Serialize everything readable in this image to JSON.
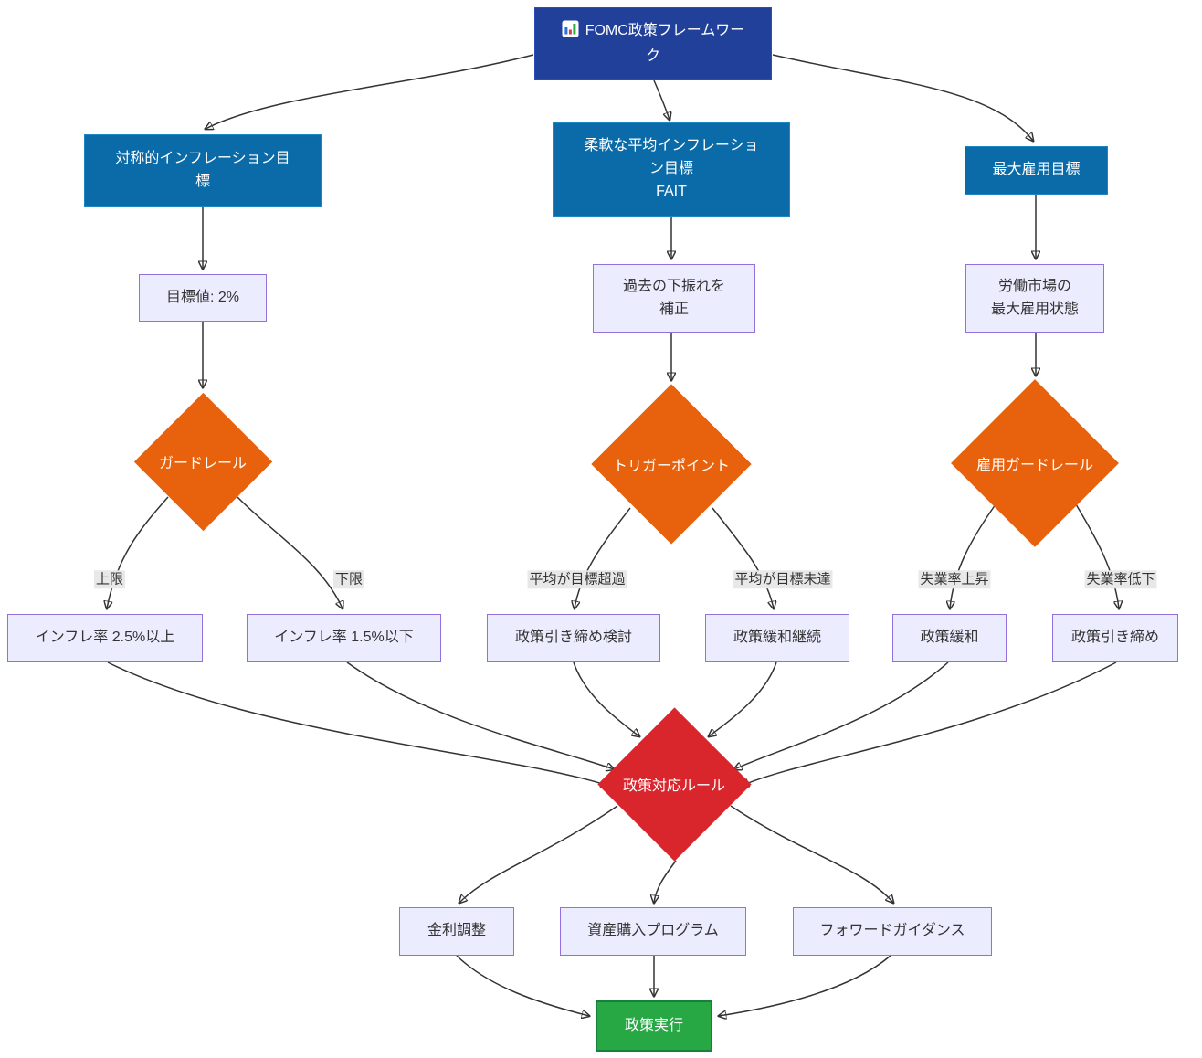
{
  "diagram_title": "FOMC政策フレームワーク",
  "colors": {
    "root_fill": "#21409a",
    "branch_fill": "#0b6ba8",
    "note_fill": "#ececff",
    "note_border": "#9370db",
    "decision_fill": "#e8610c",
    "rule_fill": "#d9262c",
    "exec_fill": "#27a844",
    "exec_border": "#17803a",
    "edge_stroke": "#333333",
    "edge_label_bg": "#e8e8e8"
  },
  "nodes": {
    "root": {
      "lines": [
        "FOMC政策フレームワー",
        "ク"
      ],
      "icon": "bar-chart"
    },
    "symmetric": {
      "lines": [
        "対称的インフレーション目",
        "標"
      ]
    },
    "fait": {
      "lines": [
        "柔軟な平均インフレーショ",
        "ン目標",
        "FAIT"
      ]
    },
    "max_employment": {
      "label": "最大雇用目標"
    },
    "target_value": {
      "label": "目標値: 2%"
    },
    "makeup": {
      "lines": [
        "過去の下振れを",
        "補正"
      ]
    },
    "labor_state": {
      "lines": [
        "労働市場の",
        "最大雇用状態"
      ]
    },
    "guardrail": {
      "label": "ガードレール"
    },
    "trigger_point": {
      "label": "トリガーポイント"
    },
    "employment_guardrail": {
      "label": "雇用ガードレール"
    },
    "inflation_upper": {
      "label": "インフレ率 2.5%以上"
    },
    "inflation_lower": {
      "label": "インフレ率 1.5%以下"
    },
    "tightening_consider": {
      "label": "政策引き締め検討"
    },
    "easing_continue": {
      "label": "政策緩和継続"
    },
    "easing": {
      "label": "政策緩和"
    },
    "tightening": {
      "label": "政策引き締め"
    },
    "policy_rule": {
      "label": "政策対応ルール"
    },
    "rate_adjustment": {
      "label": "金利調整"
    },
    "asset_purchase": {
      "label": "資産購入プログラム"
    },
    "forward_guidance": {
      "label": "フォワードガイダンス"
    },
    "execute": {
      "label": "政策実行"
    }
  },
  "edge_labels": {
    "upper_bound": "上限",
    "lower_bound": "下限",
    "avg_over_target": "平均が目標超過",
    "avg_under_target": "平均が目標未達",
    "unemployment_up": "失業率上昇",
    "unemployment_down": "失業率低下"
  }
}
